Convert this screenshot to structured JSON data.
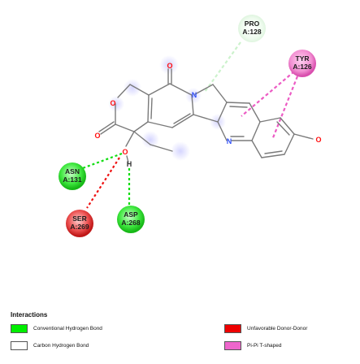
{
  "residues": [
    {
      "id": "pro",
      "name": "PRO",
      "chain": "A:128",
      "color": "#e6f8e6"
    },
    {
      "id": "tyr",
      "name": "TYR",
      "chain": "A:126",
      "color": "#f07fcc"
    },
    {
      "id": "asn",
      "name": "ASN",
      "chain": "A:131",
      "color": "#29e529"
    },
    {
      "id": "ser",
      "name": "SER",
      "chain": "A:269",
      "color": "#e84040"
    },
    {
      "id": "asp",
      "name": "ASP",
      "chain": "A:268",
      "color": "#29e529"
    }
  ],
  "atoms": {
    "oxygen": "O",
    "nitrogen": "N",
    "hydrogen": "H"
  },
  "colors": {
    "oxygen": "#ff0d0d",
    "nitrogen": "#3050f8",
    "bond": "#7a7a7a"
  },
  "legend": {
    "title": "Interactions",
    "items": [
      {
        "label": "Conventional Hydrogen Bond",
        "color": "#00ee00"
      },
      {
        "label": "Unfavorable Donor-Donor",
        "color": "#ee0000"
      },
      {
        "label": "Carbon Hydrogen Bond",
        "color": "#ffffff"
      },
      {
        "label": "Pi-Pi T-shaped",
        "color": "#ee66cc"
      }
    ]
  }
}
